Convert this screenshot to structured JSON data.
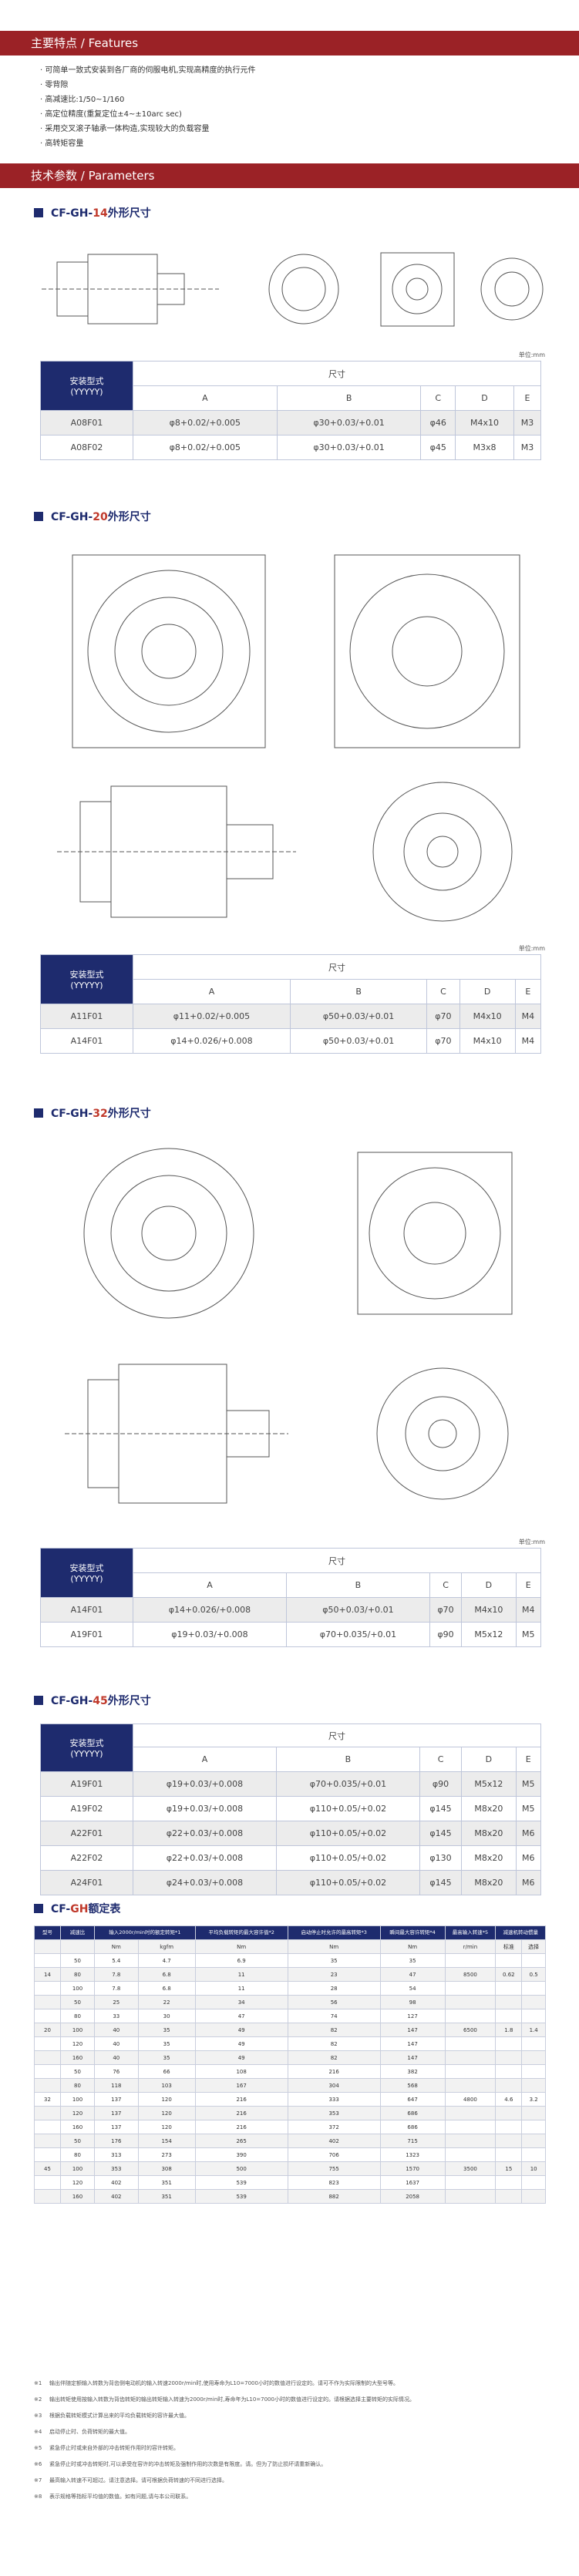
{
  "features_bar": {
    "title": "主要特点 / Features"
  },
  "features": [
    "可简单一致式安装到各厂商的伺服电机,实现高精度的执行元件",
    "零背隙",
    "高减速比:1/50~1/160",
    "高定位精度(重复定位±4~±10arc sec)",
    "采用交叉滚子轴承一体构造,实现较大的负载容量",
    "高转矩容量"
  ],
  "params_bar": {
    "title": "技术参数 / Parameters"
  },
  "sections": [
    {
      "prefix": "CF-GH-",
      "num": "14",
      "suffix": "外形尺寸"
    },
    {
      "prefix": "CF-GH-",
      "num": "20",
      "suffix": "外形尺寸"
    },
    {
      "prefix": "CF-GH-",
      "num": "32",
      "suffix": "外形尺寸"
    },
    {
      "prefix": "CF-GH-",
      "num": "45",
      "suffix": "外形尺寸"
    }
  ],
  "unit_label": "单位:mm",
  "spec_header": {
    "model": "安装型式",
    "model_sub": "(YYYYY)",
    "dims": "尺寸",
    "cols": [
      "A",
      "B",
      "C",
      "D",
      "E"
    ]
  },
  "spec_tables": [
    [
      [
        "A08F01",
        "φ8+0.02/+0.005",
        "φ30+0.03/+0.01",
        "φ46",
        "M4x10",
        "M3"
      ],
      [
        "A08F02",
        "φ8+0.02/+0.005",
        "φ30+0.03/+0.01",
        "φ45",
        "M3x8",
        "M3"
      ]
    ],
    [
      [
        "A11F01",
        "φ11+0.02/+0.005",
        "φ50+0.03/+0.01",
        "φ70",
        "M4x10",
        "M4"
      ],
      [
        "A14F01",
        "φ14+0.026/+0.008",
        "φ50+0.03/+0.01",
        "φ70",
        "M4x10",
        "M4"
      ]
    ],
    [
      [
        "A14F01",
        "φ14+0.026/+0.008",
        "φ50+0.03/+0.01",
        "φ70",
        "M4x10",
        "M4"
      ],
      [
        "A19F01",
        "φ19+0.03/+0.008",
        "φ70+0.035/+0.01",
        "φ90",
        "M5x12",
        "M5"
      ]
    ],
    [
      [
        "A19F01",
        "φ19+0.03/+0.008",
        "φ70+0.035/+0.01",
        "φ90",
        "M5x12",
        "M5"
      ],
      [
        "A19F02",
        "φ19+0.03/+0.008",
        "φ110+0.05/+0.02",
        "φ145",
        "M8x20",
        "M5"
      ],
      [
        "A22F01",
        "φ22+0.03/+0.008",
        "φ110+0.05/+0.02",
        "φ145",
        "M8x20",
        "M6"
      ],
      [
        "A22F02",
        "φ22+0.03/+0.008",
        "φ110+0.05/+0.02",
        "φ130",
        "M8x20",
        "M6"
      ],
      [
        "A24F01",
        "φ24+0.03/+0.008",
        "φ110+0.05/+0.02",
        "φ145",
        "M8x20",
        "M6"
      ]
    ]
  ],
  "rated_title": {
    "prefix": "CF-",
    "num": "GH",
    "suffix": "额定表"
  },
  "rated_header": [
    "型号",
    "减速比",
    "输入2000r/min时的额定转矩*1",
    "输入2000r/min时的额定转矩*1",
    "平均负载转矩的最大容许值*2",
    "启动停止时允许的最高转矩*3",
    "瞬间最大容许转矩*4",
    "最高输入转速*5",
    "减速机转动惯量",
    "减速机转动惯量"
  ],
  "rated_units": [
    "",
    "",
    "Nm",
    "kgfm",
    "Nm",
    "Nm",
    "Nm",
    "r/min",
    "标准",
    "选择"
  ],
  "rated_rows": [
    [
      "",
      "50",
      "5.4",
      "4.7",
      "6.9",
      "35",
      "35",
      "",
      "",
      ""
    ],
    [
      "14",
      "80",
      "7.8",
      "6.8",
      "11",
      "23",
      "47",
      "8500",
      "0.62",
      "0.5"
    ],
    [
      "",
      "100",
      "7.8",
      "6.8",
      "11",
      "28",
      "54",
      "",
      "",
      ""
    ],
    [
      "",
      "50",
      "25",
      "22",
      "34",
      "56",
      "98",
      "",
      "",
      ""
    ],
    [
      "",
      "80",
      "33",
      "30",
      "47",
      "74",
      "127",
      "",
      "",
      ""
    ],
    [
      "20",
      "100",
      "40",
      "35",
      "49",
      "82",
      "147",
      "6500",
      "1.8",
      "1.4"
    ],
    [
      "",
      "120",
      "40",
      "35",
      "49",
      "82",
      "147",
      "",
      "",
      ""
    ],
    [
      "",
      "160",
      "40",
      "35",
      "49",
      "82",
      "147",
      "",
      "",
      ""
    ],
    [
      "",
      "50",
      "76",
      "66",
      "108",
      "216",
      "382",
      "",
      "",
      ""
    ],
    [
      "",
      "80",
      "118",
      "103",
      "167",
      "304",
      "568",
      "",
      "",
      ""
    ],
    [
      "32",
      "100",
      "137",
      "120",
      "216",
      "333",
      "647",
      "4800",
      "4.6",
      "3.2"
    ],
    [
      "",
      "120",
      "137",
      "120",
      "216",
      "353",
      "686",
      "",
      "",
      ""
    ],
    [
      "",
      "160",
      "137",
      "120",
      "216",
      "372",
      "686",
      "",
      "",
      ""
    ],
    [
      "",
      "50",
      "176",
      "154",
      "265",
      "402",
      "715",
      "",
      "",
      ""
    ],
    [
      "",
      "80",
      "313",
      "273",
      "390",
      "706",
      "1323",
      "",
      "",
      ""
    ],
    [
      "45",
      "100",
      "353",
      "308",
      "500",
      "755",
      "1570",
      "3500",
      "15",
      "10"
    ],
    [
      "",
      "120",
      "402",
      "351",
      "539",
      "823",
      "1637",
      "",
      "",
      ""
    ],
    [
      "",
      "160",
      "402",
      "351",
      "539",
      "882",
      "2058",
      "",
      "",
      ""
    ]
  ],
  "notes": [
    {
      "k": "※1",
      "t": "输出伴随定额输入转数为背齿侧电动机的输入转速2000r/min时,使用寿命为L10=7000小时的数值进行设定的。请可不作为实际限制的大型号等。"
    },
    {
      "k": "※2",
      "t": "输出转矩使用按输入转数为背齿转矩的输出转矩输入转速为2000r/min时,寿命年为L10=7000小时的数值进行设定的。请根据选择主要转矩的实际情况。"
    },
    {
      "k": "※3",
      "t": "根据负载转矩模式计算出来的平均负载转矩的容许最大值。"
    },
    {
      "k": "※4",
      "t": "启动停止时、负荷转矩的最大值。"
    },
    {
      "k": "※5",
      "t": "紧急停止时或来自外部的冲击转矩作用时的容许转矩。"
    },
    {
      "k": "※6",
      "t": "紧急停止时或冲击转矩时,可以承受在容许的冲击转矩及强制作用的次数是有限度。请。但为了防止损坏请重新确认。"
    },
    {
      "k": "※7",
      "t": "最高输入转速不可超过。请注意选择。请可根据负荷转速的不同进行选择。"
    },
    {
      "k": "※8",
      "t": "表示规格等指标平均值的数值。如有问题,请与本公司联系。"
    }
  ]
}
